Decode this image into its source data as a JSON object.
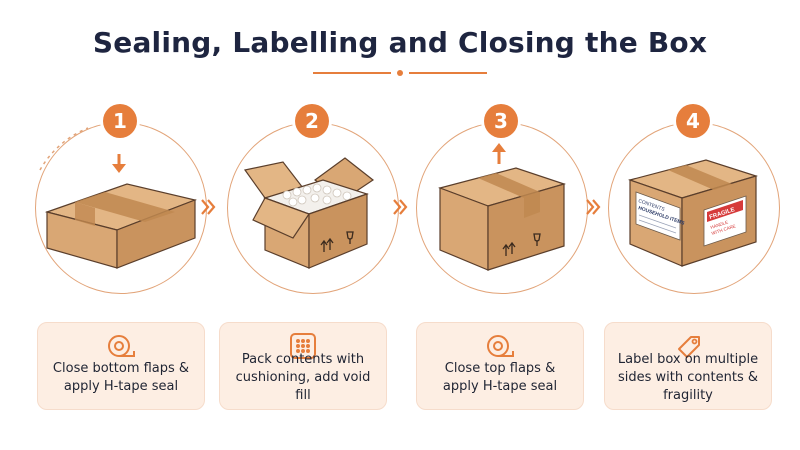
{
  "title": "Sealing, Labelling and Closing the Box",
  "colors": {
    "accent": "#e67e3c",
    "cardBg": "#fdeee3",
    "box": "#d9a774",
    "tape": "#c08850",
    "title": "#1e2540"
  },
  "steps": [
    {
      "number": "1",
      "caption": "Close bottom flaps & apply H-tape seal",
      "icon": "tape-roll-icon"
    },
    {
      "number": "2",
      "caption": "Pack contents with cushioning, add void fill",
      "icon": "bubble-wrap-icon"
    },
    {
      "number": "3",
      "caption": "Close top flaps & apply H-tape seal",
      "icon": "tape-roll-icon"
    },
    {
      "number": "4",
      "caption": "Label box on multiple sides with contents & fragility",
      "icon": "tag-icon"
    }
  ],
  "labels": {
    "contents_line1": "CONTENTS",
    "contents_line2": "HOUSEHOLD ITEMS",
    "fragile_title": "FRAGILE",
    "fragile_line1": "HANDLE",
    "fragile_line2": "WITH CARE"
  }
}
